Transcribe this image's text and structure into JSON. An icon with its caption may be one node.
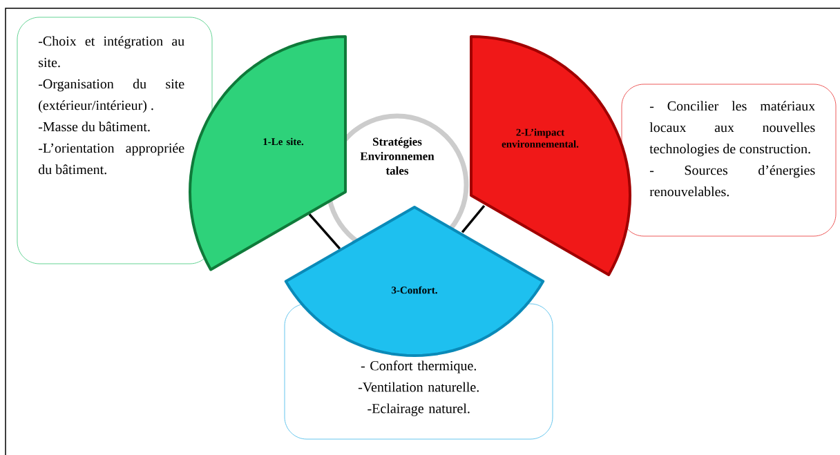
{
  "diagram": {
    "nodes": [
      {
        "text": [
          "Stratégies Environnemen tales"
        ]
      },
      {
        "text": [
          "1-Le site."
        ]
      },
      {
        "text": [
          "2-L’impact environnemental."
        ]
      },
      {
        "text": [
          "3-Confort."
        ]
      },
      {
        "text": [
          "-Choix et intégration au site.",
          "-Organisation du site (extérieur/intérieur) .",
          "-Masse du bâtiment.",
          "-L’orientation appropriée du bâtiment."
        ]
      },
      {
        "text": [
          "- Concilier les matériaux locaux aux nouvelles technologies de construction.",
          "- Sources d’énergies renouvelables."
        ]
      },
      {
        "text": [
          "- Confort thermique.",
          "-Ventilation naturelle.",
          "-Eclairage naturel."
        ]
      }
    ],
    "edges": [
      {
        "from": 1,
        "to": 3,
        "arrow": "none"
      },
      {
        "from": 2,
        "to": 3,
        "arrow": "none"
      }
    ]
  }
}
